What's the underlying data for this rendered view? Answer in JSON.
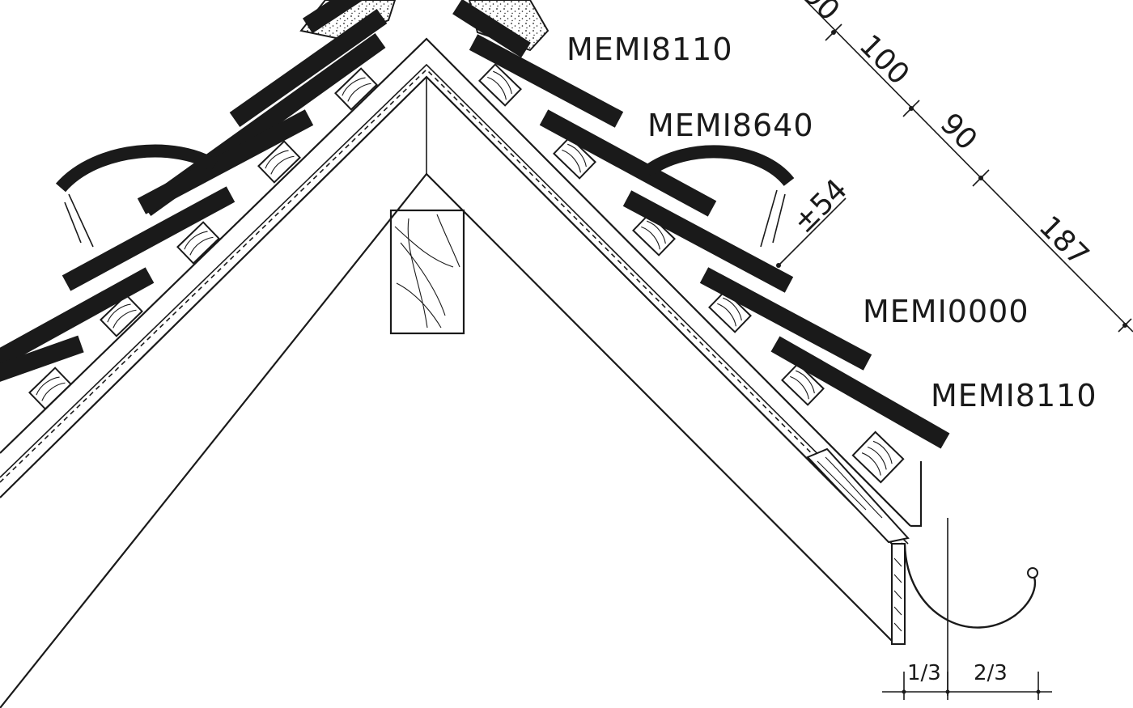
{
  "drawing": {
    "labels": {
      "ridge_tile_code": "MEMI8110",
      "ventilation_code": "MEMI8640",
      "tile_code": "MEMI0000",
      "eave_tile_code": "MEMI8110",
      "overlap_dim": "±54"
    },
    "dimensions": {
      "d0": "90",
      "d1": "100",
      "d2": "90",
      "d3": "187"
    },
    "gutter_split": {
      "left": "1/3",
      "right": "2/3"
    },
    "colors": {
      "ink": "#1a1a1a",
      "paper": "#ffffff"
    }
  }
}
